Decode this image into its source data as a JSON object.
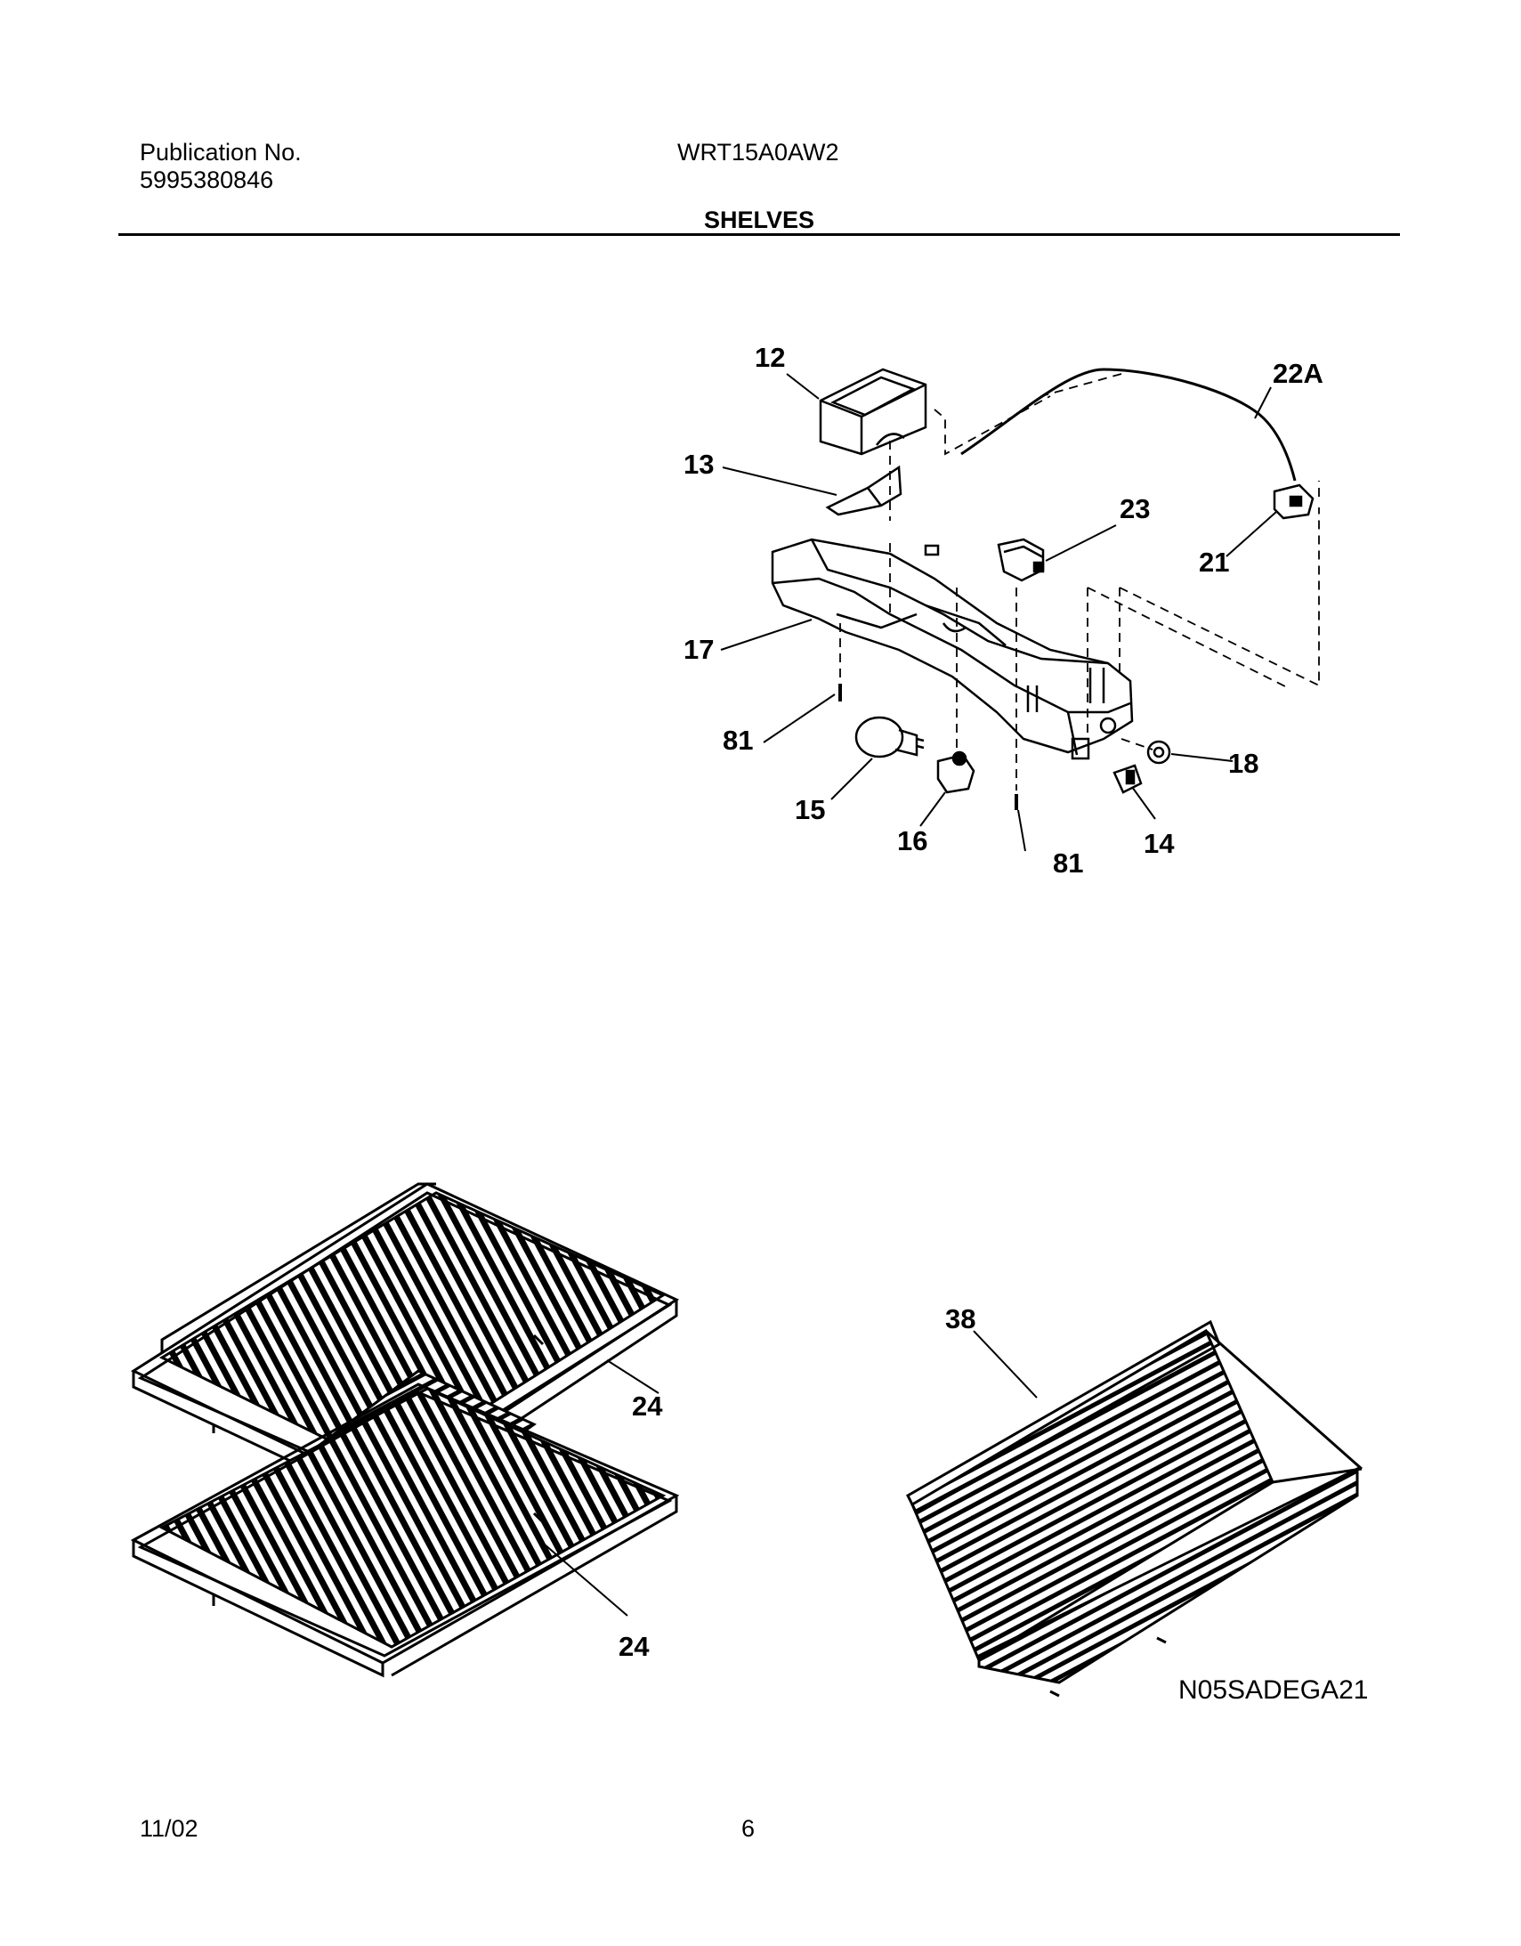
{
  "header": {
    "publication_label": "Publication No.",
    "publication_number": "5995380846",
    "model": "WRT15A0AW2",
    "section_title": "SHELVES"
  },
  "callouts": {
    "c12": "12",
    "c13": "13",
    "c17": "17",
    "c81a": "81",
    "c81b": "81",
    "c15": "15",
    "c16": "16",
    "c14": "14",
    "c18": "18",
    "c21": "21",
    "c22a": "22A",
    "c23": "23",
    "c24a": "24",
    "c24b": "24",
    "c38": "38"
  },
  "diagram_code": "N05SADEGA21",
  "footer": {
    "date": "11/02",
    "page": "6"
  }
}
